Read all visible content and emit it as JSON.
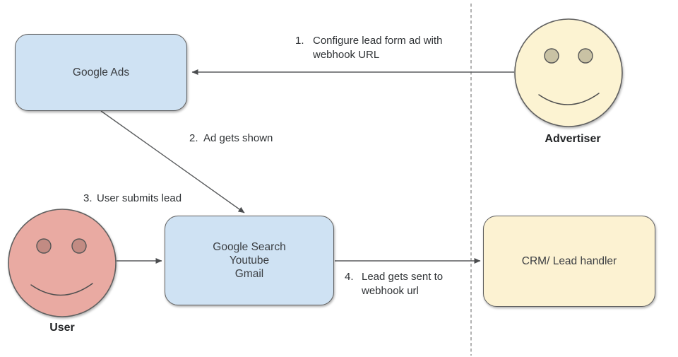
{
  "nodes": {
    "google_ads": {
      "label": "Google Ads"
    },
    "google_surfaces": {
      "lines": [
        "Google Search",
        "Youtube",
        "Gmail"
      ]
    },
    "crm": {
      "label": "CRM/ Lead handler"
    }
  },
  "actors": {
    "advertiser": {
      "label": "Advertiser"
    },
    "user": {
      "label": "User"
    }
  },
  "steps": [
    {
      "number": "1.",
      "lines": [
        "Configure lead form ad with",
        "webhook URL"
      ]
    },
    {
      "number": "2.",
      "lines": [
        "Ad gets shown"
      ]
    },
    {
      "number": "3.",
      "lines": [
        "User submits lead"
      ]
    },
    {
      "number": "4.",
      "lines": [
        "Lead gets sent to",
        "webhook url"
      ]
    }
  ],
  "colors": {
    "node_blue_fill": "#cfe2f3",
    "node_yellow_fill": "#fcf2d2",
    "node_border": "#606060",
    "advertiser_face_fill": "#fcf3d2",
    "advertiser_eye_fill": "#c9c2a4",
    "user_face_fill": "#e9aaa2",
    "user_eye_fill": "#c28b83",
    "arrow": "#5a5c5e",
    "dashed_separator": "#9e9e9e",
    "text": "#2f3235"
  }
}
